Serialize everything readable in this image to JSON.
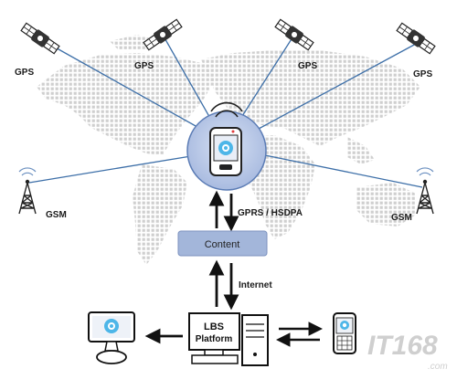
{
  "labels": {
    "gps": "GPS",
    "gsm": "GSM",
    "gprs_hsdpa": "GPRS / HSDPA",
    "internet": "Internet",
    "content": "Content",
    "lbs_line1": "LBS",
    "lbs_line2": "Platform",
    "watermark": "IT168",
    "watermark_sub": ".com"
  },
  "colors": {
    "link_line": "#3d6fa8",
    "hub_fill": "#b9c8e8",
    "content_box": "#9fb3d8",
    "map_dots": "#d2d2d2",
    "arrow": "#111111",
    "watermark": "#c8c8c8"
  },
  "icons": [
    "satellite-icon",
    "antenna-tower-icon",
    "mobile-phone-icon",
    "desktop-computer-icon",
    "server-tower-icon",
    "monitor-icon"
  ]
}
